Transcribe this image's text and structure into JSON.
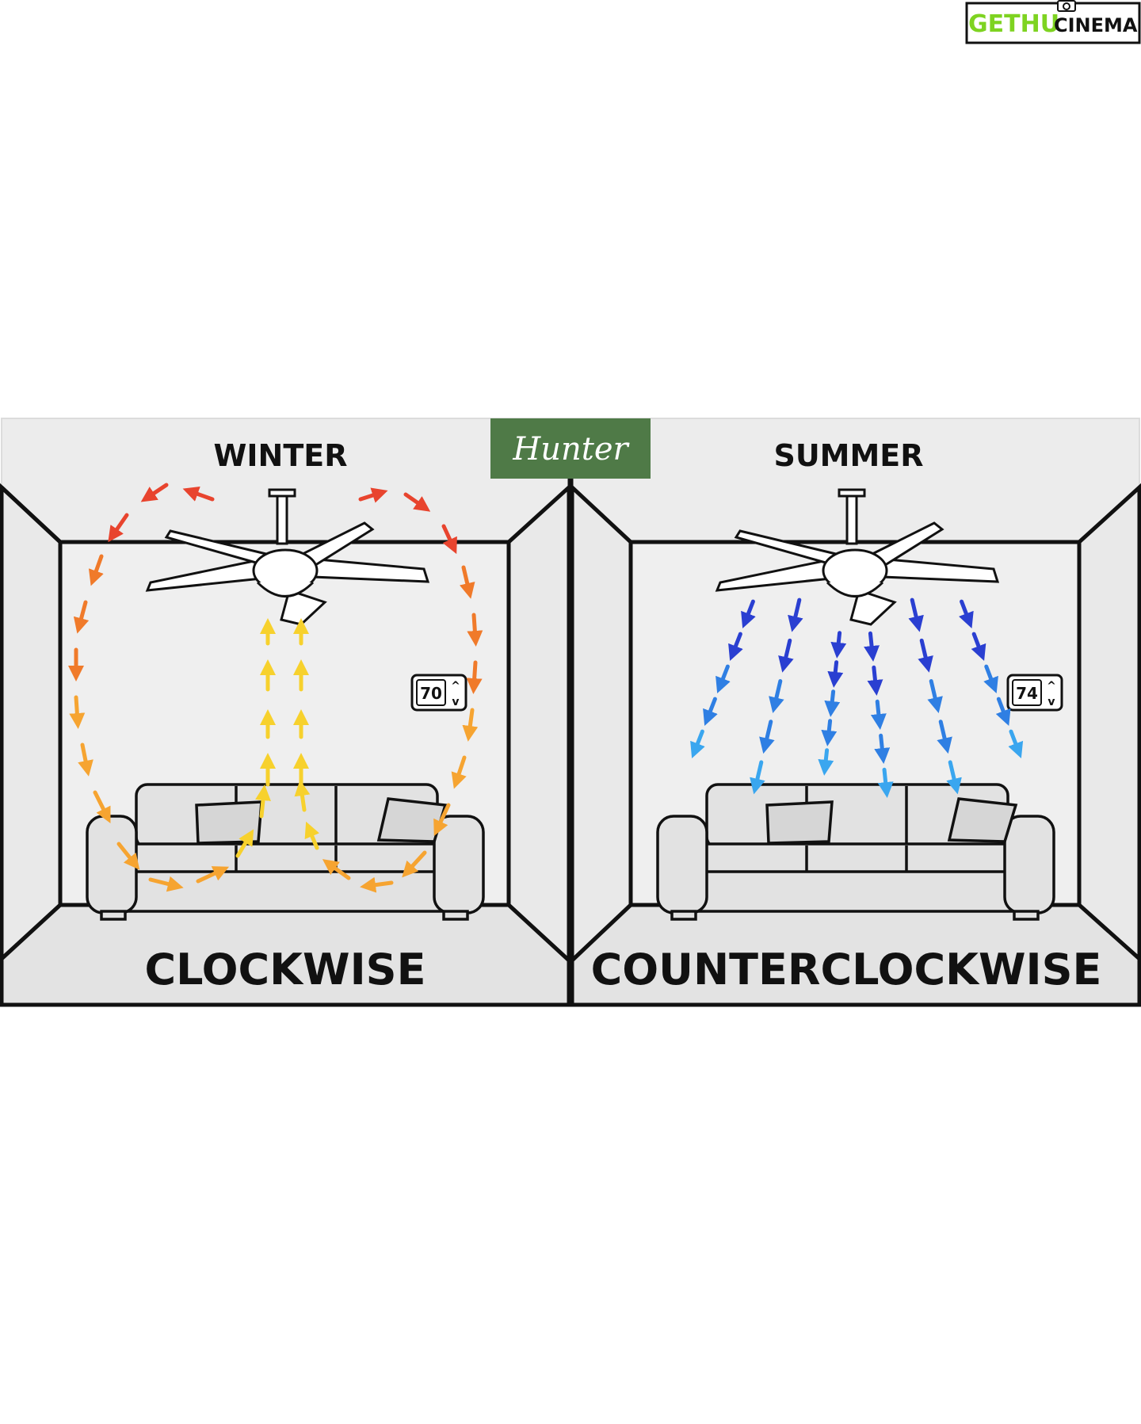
{
  "watermark": {
    "part1": "GETHU",
    "part2": "CINEMA"
  },
  "brand": {
    "name": "Hunter",
    "color": "#4f7a47"
  },
  "panels": [
    {
      "id": "winter",
      "season": "WINTER",
      "direction": "CLOCKWISE",
      "thermostat": "70",
      "arrow_colors": [
        "#e8442e",
        "#f07a2a",
        "#f6a431",
        "#f7d12d"
      ]
    },
    {
      "id": "summer",
      "season": "SUMMER",
      "direction": "COUNTERCLOCKWISE",
      "thermostat": "74",
      "arrow_colors": [
        "#2a3fd1",
        "#2f7fe3",
        "#3aa6ef"
      ]
    }
  ]
}
